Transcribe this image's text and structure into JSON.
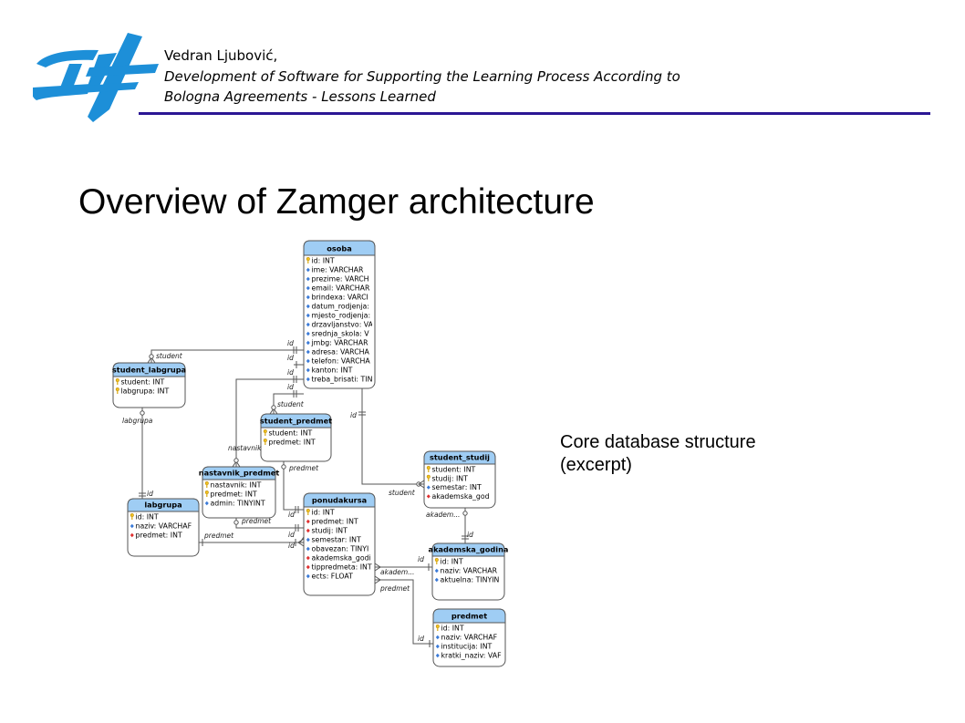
{
  "header": {
    "author": "Vedran Ljubović,",
    "title_line1": "Development of Software for Supporting the Learning Process According to",
    "title_line2": "Bologna Agreements - Lessons Learned"
  },
  "slide": {
    "title": "Overview of Zamger architecture",
    "caption_line1": "Core database structure",
    "caption_line2": "(excerpt)"
  },
  "colors": {
    "header_rule": "#2b1694",
    "logo": "#1d8fd8",
    "table_header": "#9fcdf4",
    "table_border": "#555555"
  },
  "diagram": {
    "tables": {
      "osoba": {
        "name": "osoba",
        "fields": [
          {
            "text": "id: INT",
            "key": "pk"
          },
          {
            "text": "ime: VARCHAR",
            "key": "none"
          },
          {
            "text": "prezime: VARCH",
            "key": "none"
          },
          {
            "text": "email: VARCHAR",
            "key": "none"
          },
          {
            "text": "brindexa: VARCI",
            "key": "none"
          },
          {
            "text": "datum_rodjenja:",
            "key": "none"
          },
          {
            "text": "mjesto_rodjenja:",
            "key": "none"
          },
          {
            "text": "drzavljanstvo: VA",
            "key": "none"
          },
          {
            "text": "srednja_skola: V",
            "key": "none"
          },
          {
            "text": "jmbg: VARCHAR",
            "key": "none"
          },
          {
            "text": "adresa: VARCHA",
            "key": "none"
          },
          {
            "text": "telefon: VARCHA",
            "key": "none"
          },
          {
            "text": "kanton: INT",
            "key": "none"
          },
          {
            "text": "treba_brisati: TIN",
            "key": "none"
          }
        ]
      },
      "student_labgrupa": {
        "name": "student_labgrupa",
        "fields": [
          {
            "text": "student: INT",
            "key": "pk"
          },
          {
            "text": "labgrupa: INT",
            "key": "pk"
          }
        ]
      },
      "student_predmet": {
        "name": "student_predmet",
        "fields": [
          {
            "text": "student: INT",
            "key": "pk"
          },
          {
            "text": "predmet: INT",
            "key": "pk"
          }
        ]
      },
      "nastavnik_predmet": {
        "name": "nastavnik_predmet",
        "fields": [
          {
            "text": "nastavnik: INT",
            "key": "pk"
          },
          {
            "text": "predmet: INT",
            "key": "pk"
          },
          {
            "text": "admin: TINYINT",
            "key": "none"
          }
        ]
      },
      "labgrupa": {
        "name": "labgrupa",
        "fields": [
          {
            "text": "id: INT",
            "key": "pk"
          },
          {
            "text": "naziv: VARCHAF",
            "key": "none"
          },
          {
            "text": "predmet: INT",
            "key": "fk"
          }
        ]
      },
      "ponudakursa": {
        "name": "ponudakursa",
        "fields": [
          {
            "text": "id: INT",
            "key": "pk"
          },
          {
            "text": "predmet: INT",
            "key": "fk"
          },
          {
            "text": "studij: INT",
            "key": "fk"
          },
          {
            "text": "semestar: INT",
            "key": "none"
          },
          {
            "text": "obavezan: TINYI",
            "key": "none"
          },
          {
            "text": "akademska_godi",
            "key": "fk"
          },
          {
            "text": "tippredmeta: INT",
            "key": "fk"
          },
          {
            "text": "ects: FLOAT",
            "key": "none"
          }
        ]
      },
      "student_studij": {
        "name": "student_studij",
        "fields": [
          {
            "text": "student: INT",
            "key": "pk"
          },
          {
            "text": "studij: INT",
            "key": "pk"
          },
          {
            "text": "semestar: INT",
            "key": "none"
          },
          {
            "text": "akademska_god",
            "key": "fk"
          }
        ]
      },
      "akademska_godina": {
        "name": "akademska_godina",
        "fields": [
          {
            "text": "id: INT",
            "key": "pk"
          },
          {
            "text": "naziv: VARCHAR",
            "key": "none"
          },
          {
            "text": "aktuelna: TINYIN",
            "key": "none"
          }
        ]
      },
      "predmet": {
        "name": "predmet",
        "fields": [
          {
            "text": "id: INT",
            "key": "pk"
          },
          {
            "text": "naziv: VARCHAF",
            "key": "none"
          },
          {
            "text": "institucija: INT",
            "key": "none"
          },
          {
            "text": "kratki_naziv: VAF",
            "key": "none"
          }
        ]
      }
    },
    "relations": {
      "r1_left": "student",
      "r1_right": "id",
      "r2_left": "labgrupa",
      "r2_right": "id",
      "r3_left": "nastavnik",
      "r3_right": "id",
      "r4_left": "student",
      "r4_right": "id",
      "r5_left": "predmet",
      "r5_right": "id",
      "r6_left": "predmet",
      "r6_right": "id",
      "r7_left": "predmet",
      "r7_right": "id",
      "r8_left": "student",
      "r8_right": "id",
      "r9_left": "akadem...",
      "r9_right": "id",
      "r10_left": "akadem...",
      "r10_right": "id",
      "r11_left": "predmet",
      "r11_right": "id",
      "r_extra_id": "id"
    }
  }
}
